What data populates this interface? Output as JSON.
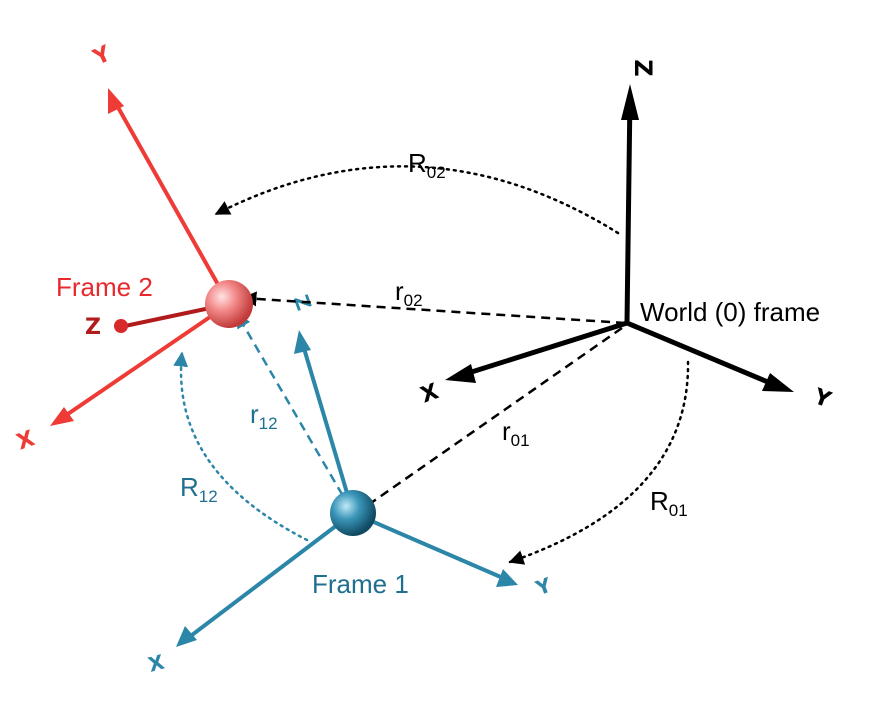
{
  "colors": {
    "world": "#000000",
    "frame1": "#2b86a8",
    "frame1_dark": "#1b5f78",
    "frame2": "#ee3b36",
    "frame2_dark": "#b11b1b",
    "frame1_label": "#1f6f8f",
    "frame2_label": "#e8282c"
  },
  "labels": {
    "world_frame": "World (0) frame",
    "frame1": "Frame 1",
    "frame2": "Frame 2",
    "r01_main": "r",
    "r01_sub": "01",
    "r02_main": "r",
    "r02_sub": "02",
    "r12_main": "r",
    "r12_sub": "12",
    "R01_main": "R",
    "R01_sub": "01",
    "R02_main": "R",
    "R02_sub": "02",
    "R12_main": "R",
    "R12_sub": "12"
  },
  "axes": {
    "world_z": "Z",
    "world_x": "X",
    "world_y": "Y",
    "frame1_x": "X",
    "frame1_y": "Y",
    "frame1_z": "Z",
    "frame2_x": "X",
    "frame2_y": "Y",
    "frame2_z": "Z"
  }
}
